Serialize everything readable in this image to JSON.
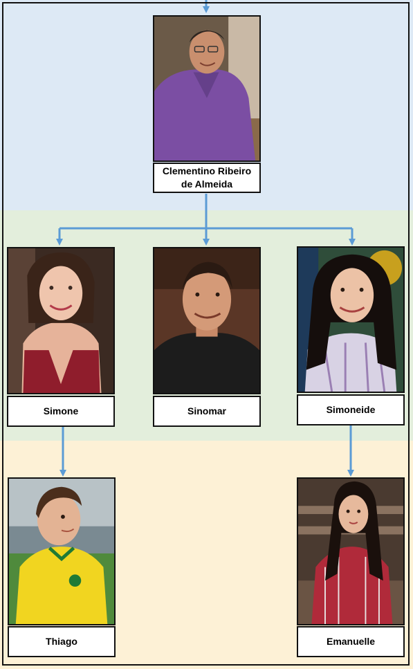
{
  "colors": {
    "band_top": "#dde9f5",
    "band_middle": "#e3eedc",
    "band_bottom": "#fdf1d6",
    "connector": "#5b9bd5"
  },
  "people": {
    "parent": {
      "name": "Clementino Ribeiro de Almeida",
      "name_line1": "Clementino Ribeiro",
      "name_line2": "de Almeida"
    },
    "child_1": {
      "name": "Simone"
    },
    "child_2": {
      "name": "Sinomar"
    },
    "child_3": {
      "name": "Simoneide"
    },
    "grandchild_1": {
      "name": "Thiago"
    },
    "grandchild_2": {
      "name": "Emanuelle"
    }
  }
}
